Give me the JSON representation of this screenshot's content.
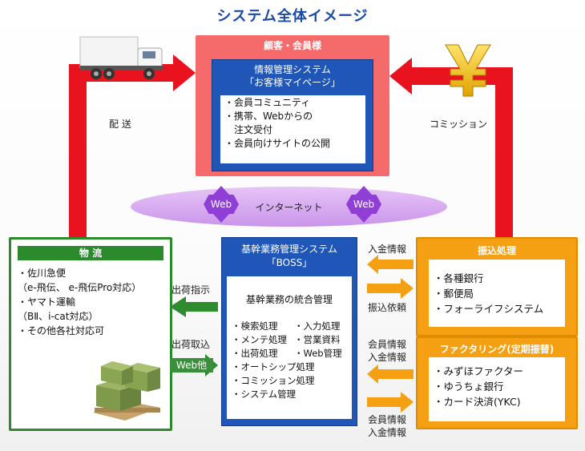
{
  "title": "システム全体イメージ",
  "customer": {
    "heading": "顧客・会員様",
    "info_title_1": "情報管理システム",
    "info_title_2": "「お客様マイページ」",
    "items": [
      "・会員コミュニティ",
      "・携帯、Webからの",
      "　注文受付",
      "・会員向けサイトの公開"
    ]
  },
  "edges": {
    "delivery": "配 送",
    "commission": "コミッション",
    "ship_instruction": "出荷指示",
    "ship_intake": "出荷取込",
    "ship_intake_chip": "Web他",
    "deposit_info": "入金情報",
    "transfer_request": "振込依頼",
    "member_info_1": "会員情報",
    "deposit_info_1": "入金情報",
    "member_info_2": "会員情報",
    "deposit_info_2": "入金情報"
  },
  "internet": {
    "label": "インターネット",
    "web_left": "Web",
    "web_right": "Web"
  },
  "boss": {
    "title_1": "基幹業務管理システム",
    "title_2": "「BOSS」",
    "heading": "基幹業務の統合管理",
    "col1": [
      "・検索処理",
      "・メンテ処理",
      "・出荷処理"
    ],
    "col2": [
      "・入力処理",
      "・営業資料",
      "・Web管理"
    ],
    "full": [
      "・オートシップ処理",
      "・コミッション処理",
      "・システム管理"
    ]
  },
  "logistics": {
    "heading": "物 流",
    "items": [
      "・佐川急便",
      "（e-飛伝、 e-飛伝Pro対応）",
      "・ヤマト運輸",
      "（BⅡ、i-cat対応）",
      "・その他各社対応可"
    ]
  },
  "transfer": {
    "heading": "振込処理",
    "items": [
      "・各種銀行",
      "・郵便局",
      "・フォーライフシステム"
    ]
  },
  "factoring": {
    "heading": "ファクタリング(定期振替)",
    "items": [
      "・みずほファクター",
      "・ゆうちょ銀行",
      "・カード決済(YKC)"
    ]
  },
  "icons": {
    "truck": "truck-icon",
    "yen": "yen-icon",
    "boxes": "boxes-icon"
  },
  "colors": {
    "red": "#e8131f",
    "pink": "#f56b6b",
    "navy": "#1f56b7",
    "green": "#2b8a2b",
    "orange": "#f5a012",
    "purple": "#8f3fd6"
  }
}
